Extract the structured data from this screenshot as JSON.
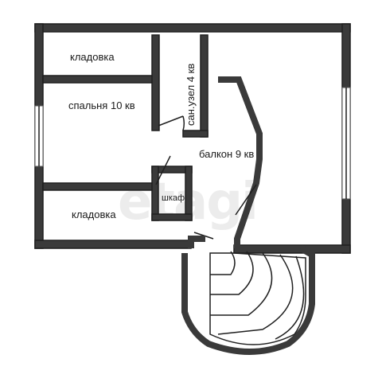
{
  "rooms": {
    "storage_top": "кладовка",
    "bedroom": "спальня 10 кв",
    "bathroom": "сан.узел 4 кв",
    "balcony": "балкон 9 кв",
    "closet": "шкаф",
    "storage_bottom": "кладовка"
  },
  "watermark": "etagi"
}
